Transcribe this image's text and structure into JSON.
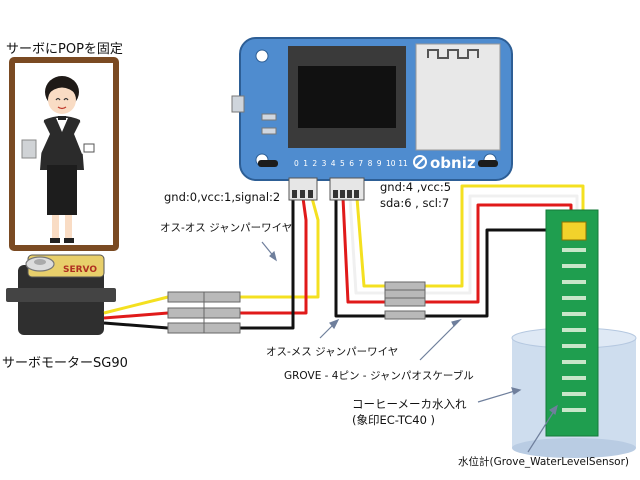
{
  "labels": {
    "pop_caption": "サーボにPOPを固定",
    "servo_caption": "サーボモーターSG90",
    "servo_brand": "SERVO",
    "servo_pins": "gnd:0,vcc:1,signal:2",
    "sensor_pins_line1": "gnd:4 ,vcc:5",
    "sensor_pins_line2": "sda:6 , scl:7",
    "jumper_male_male": "オス-オス ジャンパーワイヤ",
    "jumper_male_female": "オス-メス ジャンパーワイヤ",
    "grove_cable": "GROVE - 4ピン - ジャンパオスケーブル",
    "tank_line1": "コーヒーメーカ水入れ",
    "tank_line2": "(象印EC-TC40 )",
    "sensor_name": "水位計(Grove_WaterLevelSensor)",
    "obniz_brand": "obniz",
    "obniz_pin_numbers": [
      "0",
      "1",
      "2",
      "3",
      "4",
      "5",
      "6",
      "7",
      "8",
      "9",
      "10",
      "11"
    ]
  },
  "colors": {
    "obniz_body": "#4f8ccf",
    "sensor_board": "#1f9e4f",
    "frame_wood": "#7a4a22",
    "wire_black": "#111111",
    "wire_red": "#e01a1a",
    "wire_white": "#f0f0f0",
    "wire_yellow": "#f4e020",
    "arrow_blue": "#6f7f9c"
  }
}
